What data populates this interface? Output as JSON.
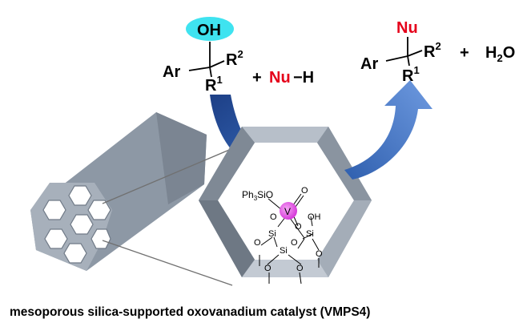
{
  "reactant": {
    "oh": "OH",
    "ar": "Ar",
    "r2": "R",
    "r2_sup": "2",
    "r1": "R",
    "r1_sup": "1"
  },
  "nucleophile": {
    "plus": "+",
    "nu": "Nu",
    "h": "−H"
  },
  "product": {
    "nu": "Nu",
    "ar": "Ar",
    "r2": "R",
    "r2_sup": "2",
    "r1": "R",
    "r1_sup": "1"
  },
  "byproduct": {
    "plus": "+",
    "h": "H",
    "h_sub": "2",
    "o": "O"
  },
  "catalyst_site": {
    "ph3sio": "Ph",
    "ph3sio_sub": "3",
    "ph3sio_rest": "SiO",
    "v": "V",
    "o_double": "O",
    "oh": "OH",
    "o": "O",
    "si": "Si"
  },
  "caption": "mesoporous silica-supported oxovanadium catalyst (VMPS4)",
  "colors": {
    "highlight_oh": "#3fe3f0",
    "nucleophile": "#e5001a",
    "arrow_blue": "#2f64b4",
    "silica": "#8c98a6",
    "vanadium": "#e45be6"
  }
}
